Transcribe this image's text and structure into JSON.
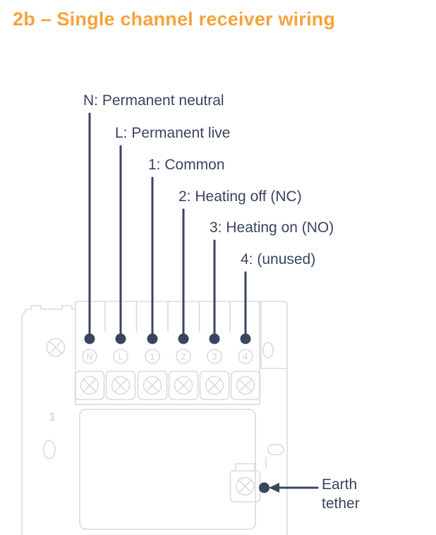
{
  "title": "2b – Single channel receiver wiring",
  "colors": {
    "accent_orange": "#f7a23b",
    "label_navy": "#39455e",
    "outline_gray": "#d8dbe0"
  },
  "wiring_labels": [
    {
      "terminal": "N",
      "text": "N: Permanent neutral"
    },
    {
      "terminal": "L",
      "text": "L: Permanent live"
    },
    {
      "terminal": "1",
      "text": "1: Common"
    },
    {
      "terminal": "2",
      "text": "2: Heating off (NC)"
    },
    {
      "terminal": "3",
      "text": "3: Heating on (NO)"
    },
    {
      "terminal": "4",
      "text": "4: (unused)"
    }
  ],
  "terminal_markings": [
    "N",
    "L",
    "1",
    "2",
    "3",
    "4"
  ],
  "backplate_marking": "1",
  "earth_tether_label": "Earth tether"
}
